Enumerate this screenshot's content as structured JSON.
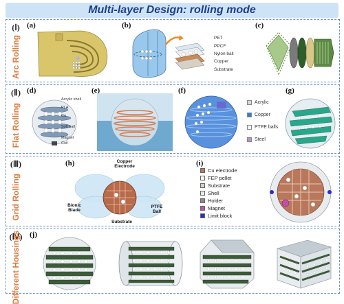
{
  "title": "Multi-layer Design: rolling mode",
  "rows": [
    {
      "roman": "(Ⅰ)",
      "label": "Arc Rolling"
    },
    {
      "roman": "(Ⅱ)",
      "label": "Flat Rolling"
    },
    {
      "roman": "(Ⅲ)",
      "label": "Grid  Rolling"
    },
    {
      "roman": "(Ⅳ)",
      "label": "Different Housings"
    }
  ],
  "panels": {
    "a": "(a)",
    "b": "(b)",
    "c": "(c)",
    "d": "(d)",
    "e": "(e)",
    "f": "(f)",
    "g": "(g)",
    "h": "(h)",
    "i": "(i)",
    "j": "(j)"
  },
  "panel_b_layers": [
    "PET",
    "PPCF",
    "Nylon ball",
    "Copper",
    "Substrate"
  ],
  "panel_d_labels": [
    "Acrylic shell",
    "PLA",
    "Cu",
    "Soft ball",
    "Magnet",
    "Coil"
  ],
  "panel_f_legend": [
    {
      "label": "Acrylic",
      "color": "#d8d8d8"
    },
    {
      "label": "Copper",
      "color": "#2f7fd6"
    },
    {
      "label": "PTFE balls",
      "color": "#f4f4f4"
    },
    {
      "label": "Steel",
      "color": "#b58fd8"
    }
  ],
  "panel_h_labels": {
    "copper_electrode": "Copper Electrode",
    "bionic_blade": "Bionic Blade",
    "substrate": "Substrate",
    "ptfe_ball": "PTFE Ball"
  },
  "panel_i_legend": [
    {
      "label": "Cu electrode",
      "color": "#b9785b"
    },
    {
      "label": "FEP pellet",
      "color": "#f4f4f4"
    },
    {
      "label": "Substrate",
      "color": "#d9cfc0"
    },
    {
      "label": "Shell",
      "color": "#e8e8e8"
    },
    {
      "label": "Holder",
      "color": "#8a8a8a"
    },
    {
      "label": "Magnet",
      "color": "#c04fa8"
    },
    {
      "label": "Limit block",
      "color": "#2b2bd0"
    }
  ]
}
